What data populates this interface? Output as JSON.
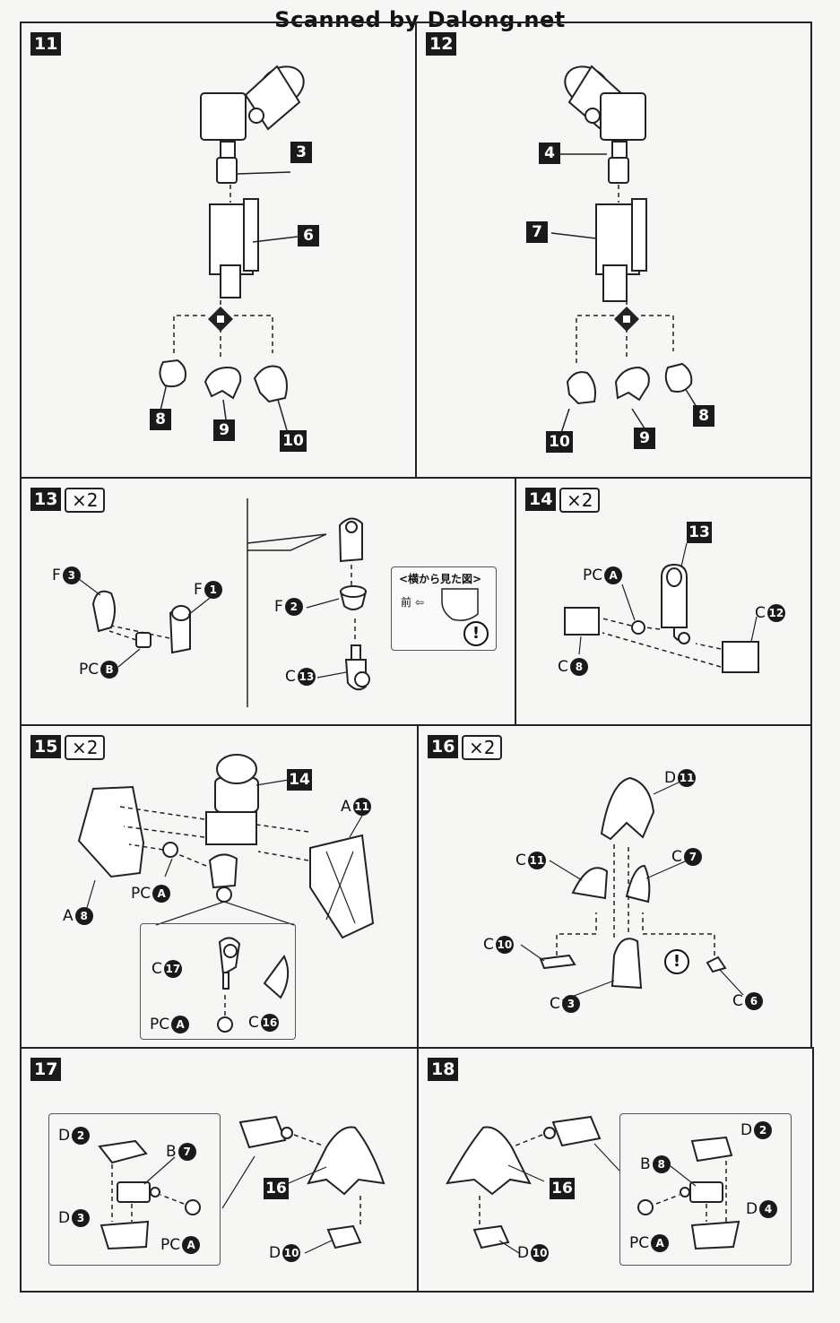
{
  "header": {
    "text": "Scanned by Dalong.net"
  },
  "steps": {
    "s11": {
      "num": "11",
      "refs": {
        "r3": "3",
        "r6": "6",
        "r8": "8",
        "r9": "9",
        "r10": "10"
      }
    },
    "s12": {
      "num": "12",
      "refs": {
        "r4": "4",
        "r7": "7",
        "r8": "8",
        "r9": "9",
        "r10": "10"
      }
    },
    "s13": {
      "num": "13",
      "mult": "×2",
      "labels": {
        "f3": "F",
        "f3n": "3",
        "f1": "F",
        "f1n": "1",
        "pcb": "PC",
        "pcbn": "B",
        "f2": "F",
        "f2n": "2",
        "c13": "C",
        "c13n": "13"
      },
      "side_view": {
        "title": "<横から見た図>",
        "front": "前 ⇦"
      }
    },
    "s14": {
      "num": "14",
      "mult": "×2",
      "ref": "13",
      "labels": {
        "pca": "PC",
        "pcan": "A",
        "c12": "C",
        "c12n": "12",
        "c8": "C",
        "c8n": "8"
      }
    },
    "s15": {
      "num": "15",
      "mult": "×2",
      "ref": "14",
      "labels": {
        "a11": "A",
        "a11n": "11",
        "pca": "PC",
        "pcan": "A",
        "a8": "A",
        "a8n": "8",
        "c17": "C",
        "c17n": "17",
        "pca2": "PC",
        "pca2n": "A",
        "c16": "C",
        "c16n": "16"
      }
    },
    "s16": {
      "num": "16",
      "mult": "×2",
      "labels": {
        "d11": "D",
        "d11n": "11",
        "c11": "C",
        "c11n": "11",
        "c7": "C",
        "c7n": "7",
        "c10": "C",
        "c10n": "10",
        "c3": "C",
        "c3n": "3",
        "c6": "C",
        "c6n": "6"
      }
    },
    "s17": {
      "num": "17",
      "ref": "16",
      "labels": {
        "d2": "D",
        "d2n": "2",
        "b7": "B",
        "b7n": "7",
        "d3": "D",
        "d3n": "3",
        "pca": "PC",
        "pcan": "A",
        "d10": "D",
        "d10n": "10"
      }
    },
    "s18": {
      "num": "18",
      "ref": "16",
      "labels": {
        "d2": "D",
        "d2n": "2",
        "b8": "B",
        "b8n": "8",
        "d4": "D",
        "d4n": "4",
        "pca": "PC",
        "pcan": "A",
        "d10": "D",
        "d10n": "10"
      }
    }
  },
  "warning_symbol": "!"
}
